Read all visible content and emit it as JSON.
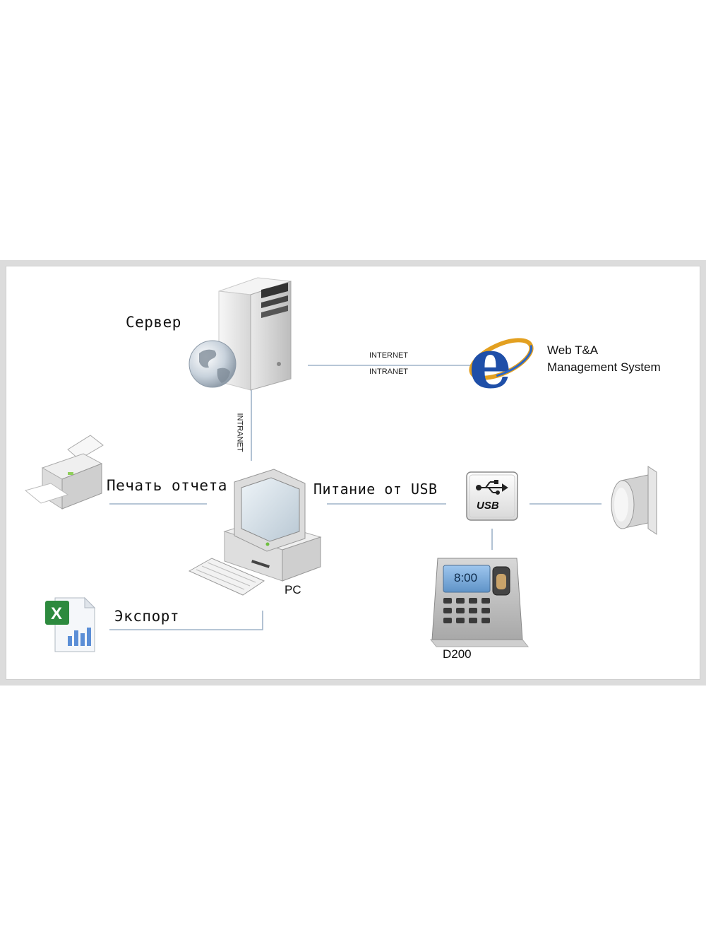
{
  "nodes": {
    "server": "Сервер",
    "print": "Печать отчета",
    "usb_power": "Питание от USB",
    "pc": "PC",
    "export": "Экспорт",
    "device": "D200",
    "web_title_1": "Web T&A",
    "web_title_2": "Management System"
  },
  "links": {
    "internet": "INTERNET",
    "intranet_h": "INTRANET",
    "intranet_v": "INTRANET"
  },
  "icons": {
    "usb_label": "USB",
    "device_screen": "8:00"
  },
  "colors": {
    "line": "#9fb3c8",
    "ie_blue": "#1f4fa8",
    "panel_border": "#dcdcdc"
  }
}
